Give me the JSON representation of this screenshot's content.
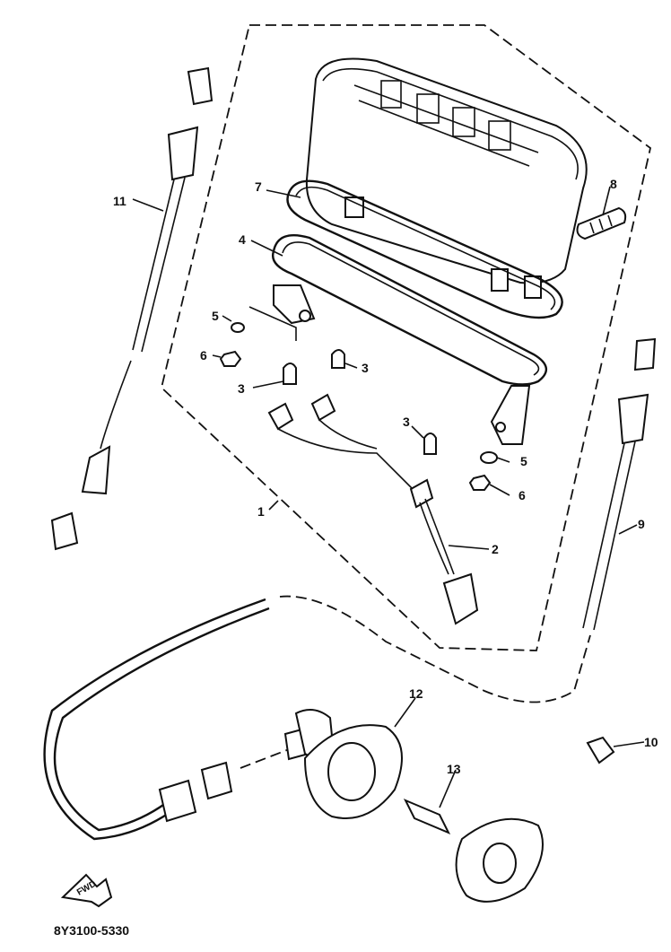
{
  "diagram": {
    "part_labels": [
      "1",
      "2",
      "3",
      "3",
      "3",
      "4",
      "5",
      "5",
      "6",
      "6",
      "7",
      "8",
      "9",
      "10",
      "11",
      "12",
      "13"
    ],
    "direction_marker": "FWD",
    "figure_code": "8Y3100-5330"
  }
}
